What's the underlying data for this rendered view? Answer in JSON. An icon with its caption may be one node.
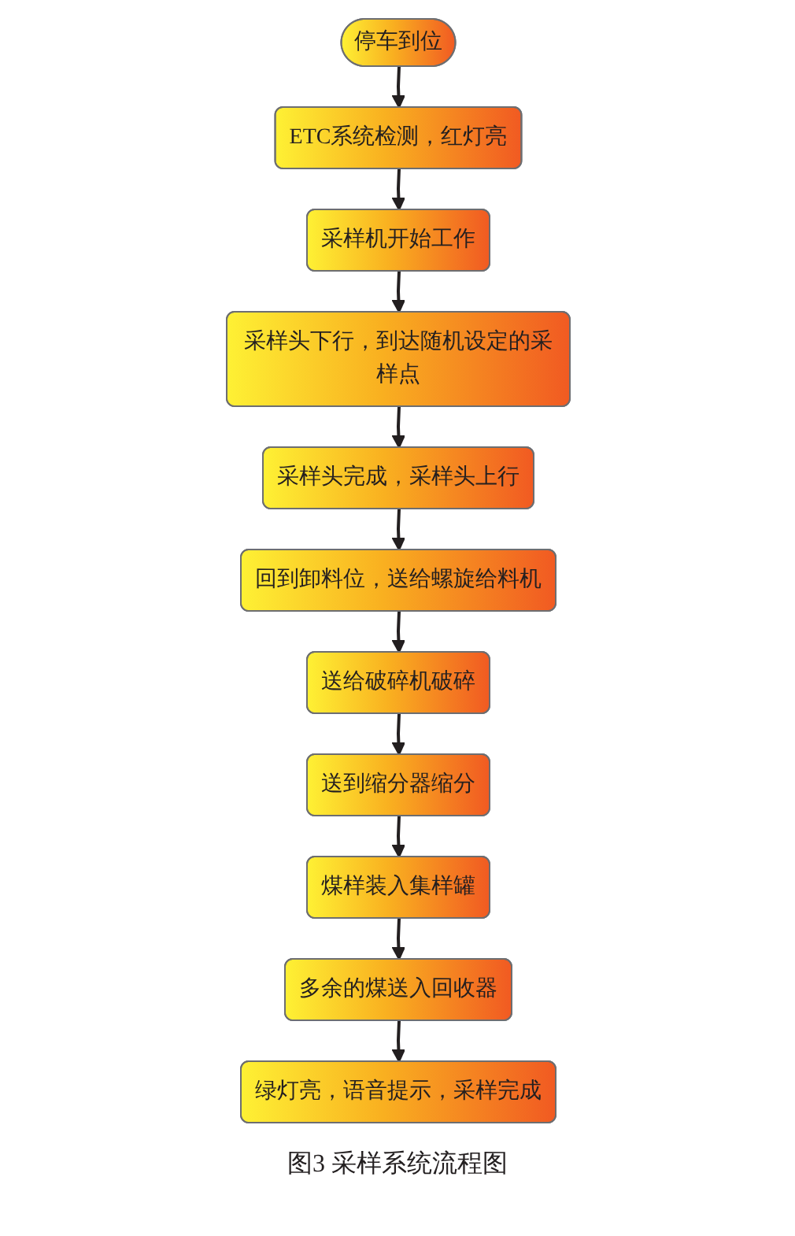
{
  "diagram": {
    "caption": "图3 采样系统流程图",
    "nodes": [
      {
        "text": [
          "停车到位"
        ]
      },
      {
        "text": [
          "ETC系统检测，红灯亮"
        ]
      },
      {
        "text": [
          "采样机开始工作"
        ]
      },
      {
        "text": [
          "采样头下行，到达随机设定的采样点"
        ]
      },
      {
        "text": [
          "采样头完成，采样头上行"
        ]
      },
      {
        "text": [
          "回到卸料位，送给螺旋给料机"
        ]
      },
      {
        "text": [
          "送给破碎机破碎"
        ]
      },
      {
        "text": [
          "送到缩分器缩分"
        ]
      },
      {
        "text": [
          "煤样装入集样罐"
        ]
      },
      {
        "text": [
          "多余的煤送入回收器"
        ]
      },
      {
        "text": [
          "绿灯亮，语音提示，采样完成"
        ]
      }
    ],
    "edges": [
      {
        "from": 0,
        "to": 1,
        "arrow": "to"
      },
      {
        "from": 1,
        "to": 2,
        "arrow": "to"
      },
      {
        "from": 2,
        "to": 3,
        "arrow": "to"
      },
      {
        "from": 3,
        "to": 4,
        "arrow": "to"
      },
      {
        "from": 4,
        "to": 5,
        "arrow": "to"
      },
      {
        "from": 5,
        "to": 6,
        "arrow": "to"
      },
      {
        "from": 6,
        "to": 7,
        "arrow": "to"
      },
      {
        "from": 7,
        "to": 8,
        "arrow": "to"
      },
      {
        "from": 8,
        "to": 9,
        "arrow": "to"
      },
      {
        "from": 9,
        "to": 10,
        "arrow": "to"
      }
    ]
  }
}
